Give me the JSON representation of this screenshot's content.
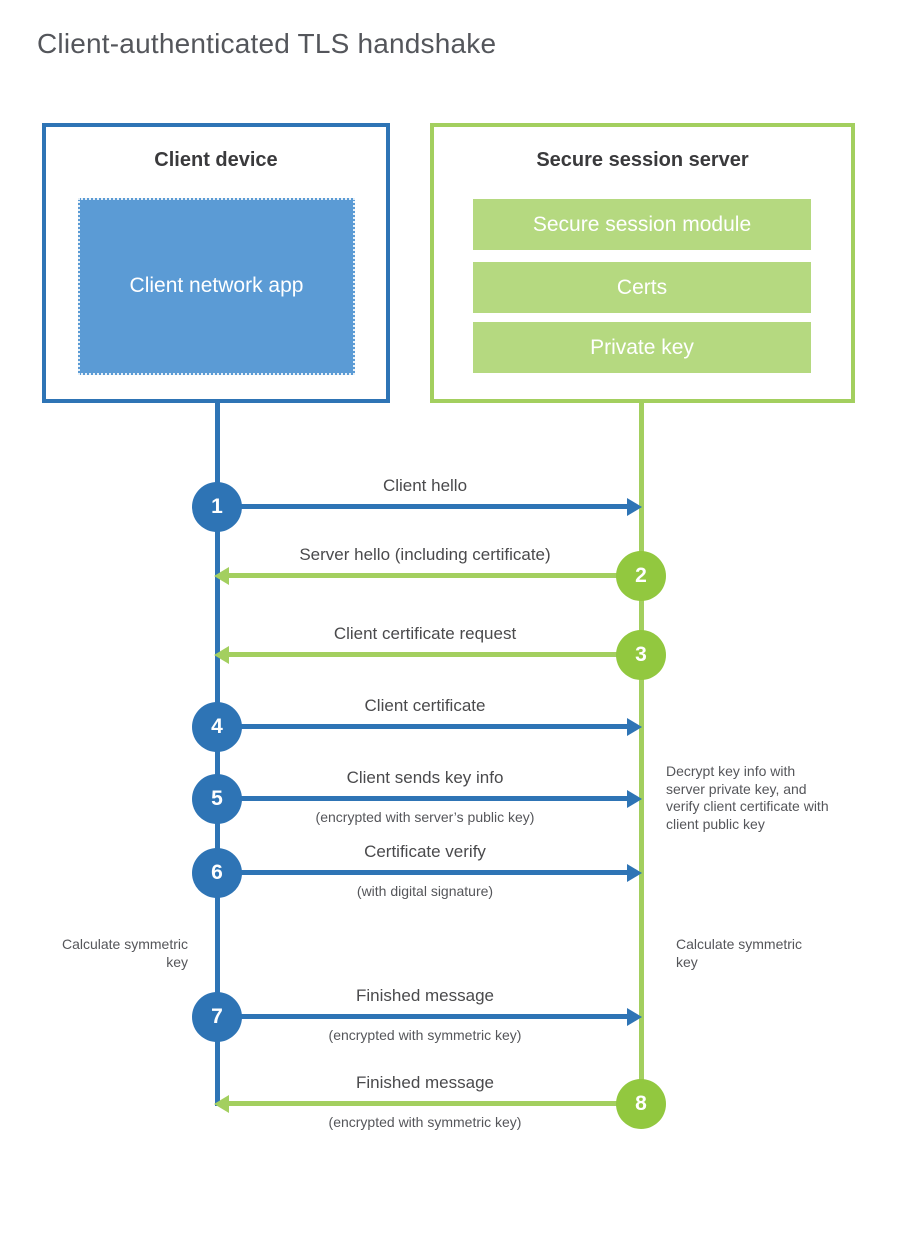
{
  "title": "Client-authenticated TLS handshake",
  "colors": {
    "blue_primary": "#2e74b5",
    "blue_fill": "#5b9bd5",
    "green_line": "#a3cf5f",
    "green_circle": "#92c83f",
    "green_bar": "#b5d980",
    "text_dark": "#3a3a3c",
    "text_label": "#4a4a4c",
    "text_note": "#55565a"
  },
  "client": {
    "title": "Client device",
    "app_label": "Client network app"
  },
  "server": {
    "title": "Secure session server",
    "modules": [
      "Secure session module",
      "Certs",
      "Private key"
    ]
  },
  "steps": [
    {
      "num": "1",
      "from": "client",
      "direction": "right",
      "label": "Client hello",
      "sub": ""
    },
    {
      "num": "2",
      "from": "server",
      "direction": "left",
      "label": "Server hello (including certificate)",
      "sub": ""
    },
    {
      "num": "3",
      "from": "server",
      "direction": "left",
      "label": "Client certificate request",
      "sub": ""
    },
    {
      "num": "4",
      "from": "client",
      "direction": "right",
      "label": "Client certificate",
      "sub": ""
    },
    {
      "num": "5",
      "from": "client",
      "direction": "right",
      "label": "Client sends key info",
      "sub": "(encrypted with server’s public key)"
    },
    {
      "num": "6",
      "from": "client",
      "direction": "right",
      "label": "Certificate verify",
      "sub": "(with digital signature)"
    },
    {
      "num": "7",
      "from": "client",
      "direction": "right",
      "label": "Finished message",
      "sub": "(encrypted with symmetric key)"
    },
    {
      "num": "8",
      "from": "server",
      "direction": "left",
      "label": "Finished message",
      "sub": "(encrypted with symmetric key)"
    }
  ],
  "notes": {
    "decrypt": "Decrypt key info with server private key, and verify client certificate with client public key",
    "calculate_left": "Calculate symmetric key",
    "calculate_right": "Calculate symmetric key"
  }
}
